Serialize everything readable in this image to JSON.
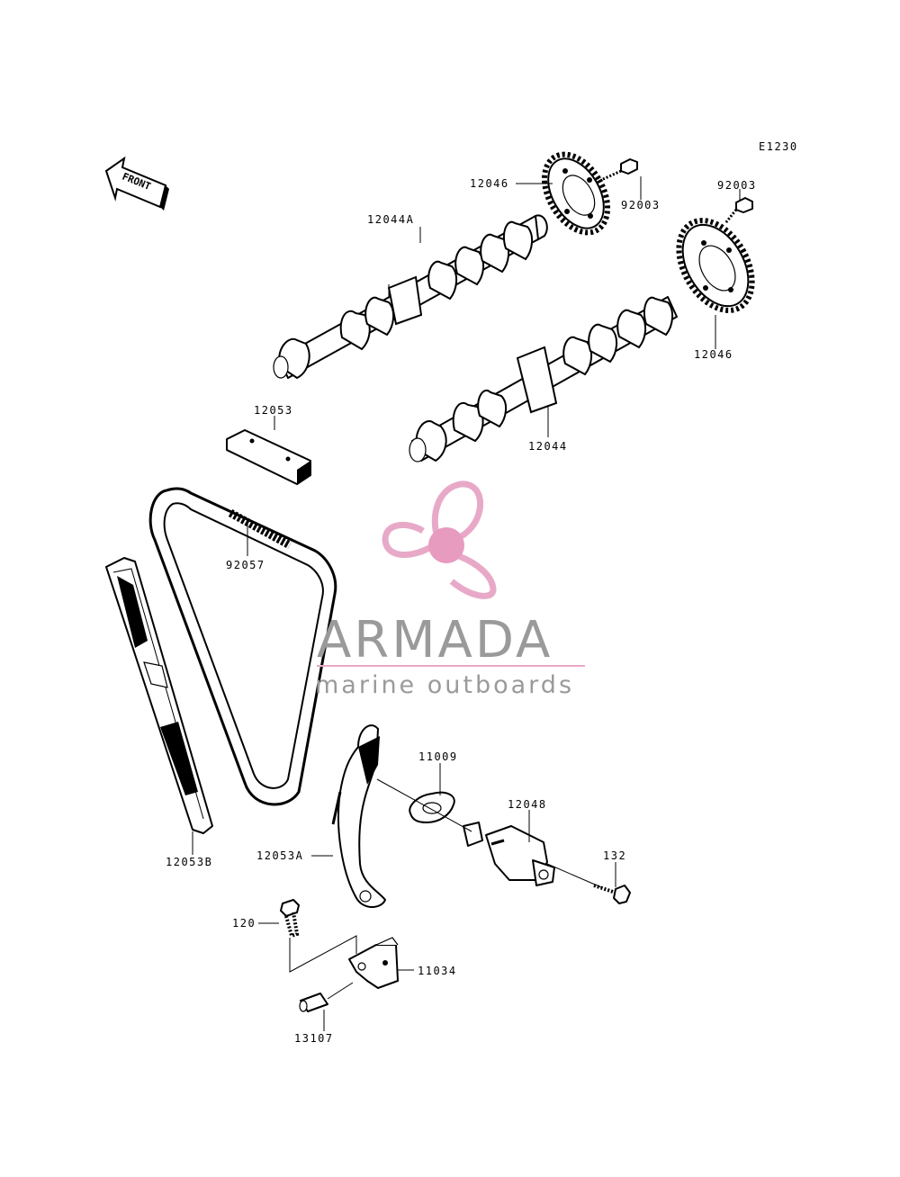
{
  "diagram": {
    "code": "E1230",
    "front_label": "FRONT"
  },
  "parts": {
    "p12046_top": "12046",
    "p92003_top": "92003",
    "p92003_right": "92003",
    "p12044A": "12044A",
    "p12046_right": "12046",
    "p12053": "12053",
    "p12044": "12044",
    "p92057": "92057",
    "p11009": "11009",
    "p12048": "12048",
    "p132": "132",
    "p12053B": "12053B",
    "p12053A": "12053A",
    "p120": "120",
    "p11034": "11034",
    "p13107": "13107"
  },
  "watermark": {
    "brand": "ARMADA",
    "tagline": "marine outboards",
    "colors": {
      "propeller": "#e8a9c8",
      "hub": "#e69bbf",
      "text": "#9a9a9a",
      "rule": "#e8a9c8"
    }
  }
}
